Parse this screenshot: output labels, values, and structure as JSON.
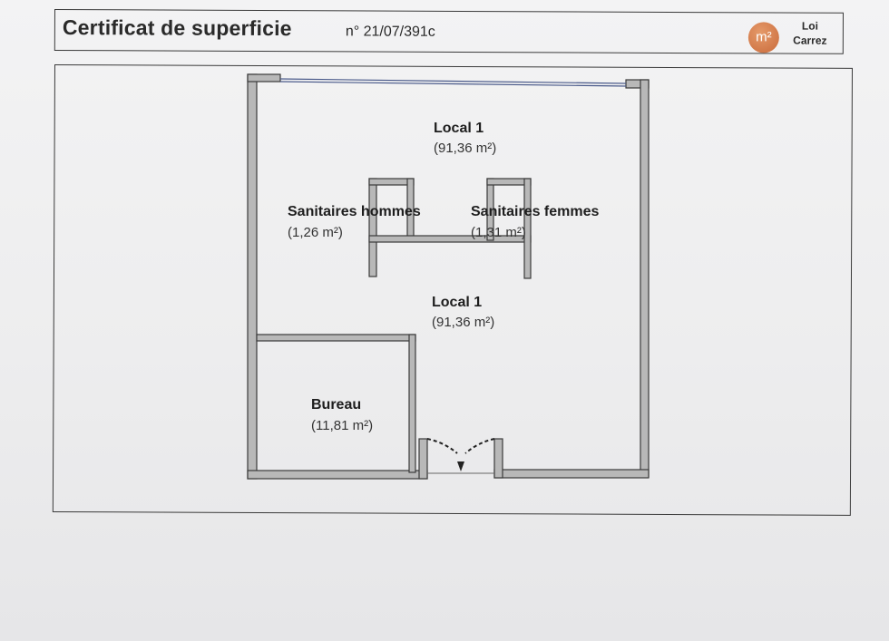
{
  "header": {
    "title": "Certificat de superficie",
    "number": "n° 21/07/391c",
    "badge_symbol": "m²",
    "badge_caption_1": "Loi",
    "badge_caption_2": "Carrez"
  },
  "rooms": [
    {
      "name": "Local 1",
      "area": "(91,36 m²)"
    },
    {
      "name": "Sanitaires hommes",
      "area": "(1,26 m²)"
    },
    {
      "name": "Sanitaires femmes",
      "area": "(1,31 m²)"
    },
    {
      "name": "Local 1",
      "area": "(91,36 m²)"
    },
    {
      "name": "Bureau",
      "area": "(11,81 m²)"
    }
  ],
  "colors": {
    "wall_fill": "#b8b8b8",
    "wall_stroke": "#3a3a3a",
    "badge": "#d07a48"
  }
}
